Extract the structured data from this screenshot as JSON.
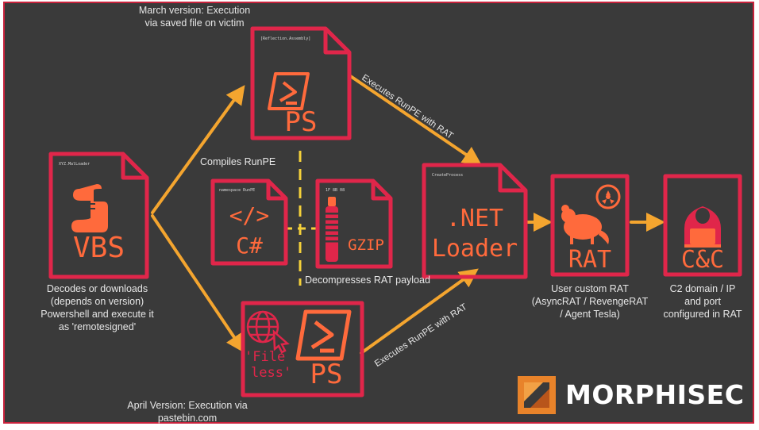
{
  "colors": {
    "background": "#3a3a3a",
    "frame": "#c8223c",
    "box_stroke": "#e0264a",
    "arrow": "#f4a52f",
    "icon_orange": "#ff6a3c"
  },
  "nodes": {
    "vbs": {
      "label": "VBS",
      "header": "XYZ.MalLoader",
      "icon": "scroll-icon"
    },
    "ps_top": {
      "label": "PS",
      "header": "[Reflection.Assembly]",
      "icon": "powershell-prompt-icon"
    },
    "csharp": {
      "label": "C#",
      "glyph": "</>",
      "header": "namespace RunPE"
    },
    "gzip": {
      "label": "GZIP",
      "header": "1F 8B 08",
      "icon": "zipper-icon"
    },
    "dotnet": {
      "line1": ".NET",
      "line2": "Loader",
      "header": "CreateProcess"
    },
    "ps_bottom": {
      "label": "PS",
      "sub1": "'File",
      "sub2": "less'",
      "icon": "globe-cursor-icon"
    },
    "rat": {
      "label": "RAT",
      "icon": "rat-icon"
    },
    "cnc": {
      "label": "C&C",
      "icon": "hacker-icon"
    }
  },
  "labels": {
    "march": [
      "March version: Execution",
      "via saved file on victim"
    ],
    "compiles": "Compiles RunPE",
    "decompresses": "Decompresses RAT payload",
    "vbs_desc": [
      "Decodes or downloads",
      "(depends on version)",
      "Powershell and execute it",
      "as 'remotesigned'"
    ],
    "april": [
      "April Version: Execution via",
      "pastebin.com"
    ],
    "rat_desc": [
      "User custom RAT",
      "(AsyncRAT / RevengeRAT",
      "/ Agent Tesla)"
    ],
    "cnc_desc": [
      "C2 domain / IP",
      "and port",
      "configured in RAT"
    ],
    "edge_top": "Executes RunPE with RAT",
    "edge_bottom": "Executes RunPE with RAT"
  },
  "brand": {
    "name": "MORPHISEC",
    "icon": "morphisec-logo-icon"
  }
}
